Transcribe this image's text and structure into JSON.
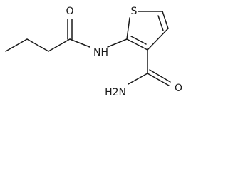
{
  "molecule": {
    "atoms": {
      "oxygen_carbonyl_amide_left": "O",
      "nitrogen_amide": "NH",
      "sulfur_thiophene": "S",
      "nitrogen_carboxamide": "H2N",
      "oxygen_carboxamide": "O"
    }
  },
  "colors": {
    "bond": "#1a1a1a",
    "label": "#1a1a1a",
    "background": "#ffffff"
  }
}
